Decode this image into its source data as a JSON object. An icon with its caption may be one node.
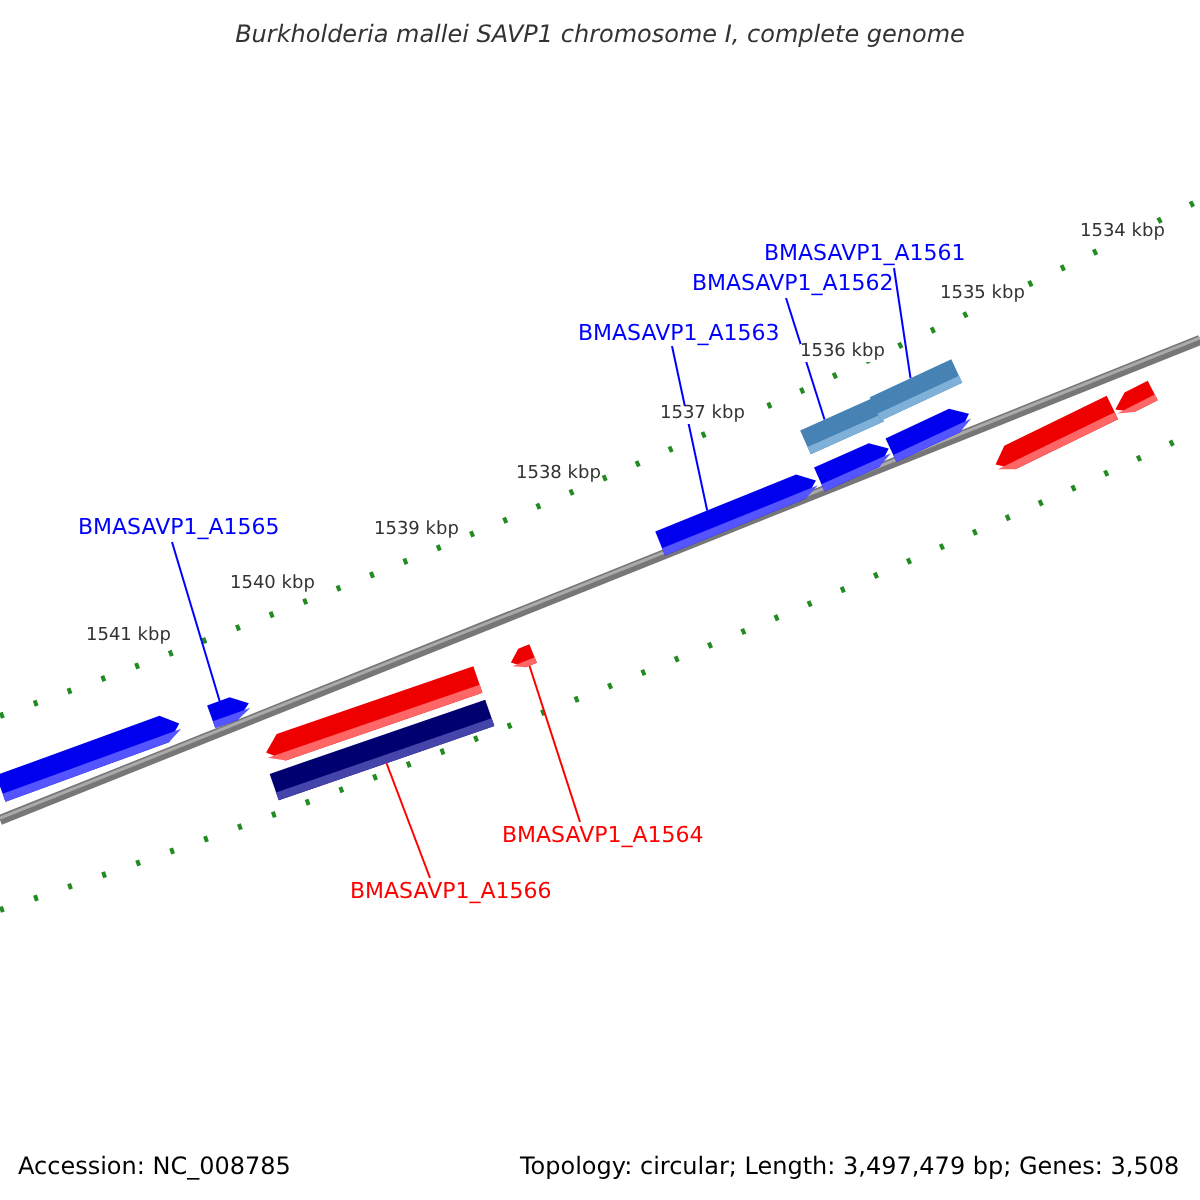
{
  "diagram": {
    "title": "Burkholderia mallei SAVP1 chromosome I, complete genome",
    "nodes": [
      {
        "text": [
          "BMASAVP1_A1561"
        ]
      },
      {
        "text": [
          "BMASAVP1_A1562"
        ]
      },
      {
        "text": [
          "BMASAVP1_A1563"
        ]
      },
      {
        "text": [
          "BMASAVP1_A1565"
        ]
      },
      {
        "text": [
          "BMASAVP1_A1564"
        ]
      },
      {
        "text": [
          "BMASAVP1_A1566"
        ]
      },
      {
        "text": [],
        "shape": "arrow"
      },
      {
        "text": [],
        "shape": "arrow"
      },
      {
        "text": [],
        "shape": "arrow"
      },
      {
        "text": [],
        "shape": "bar"
      },
      {
        "text": [],
        "shape": "arrow"
      },
      {
        "text": [],
        "shape": "arrow"
      },
      {
        "text": [],
        "shape": "bar"
      },
      {
        "text": [],
        "shape": "arrow"
      },
      {
        "text": [],
        "shape": "bar"
      },
      {
        "text": [],
        "shape": "arrow"
      },
      {
        "text": [],
        "shape": "arrow"
      },
      {
        "text": [],
        "shape": "arrow"
      }
    ],
    "edges": [
      {
        "from": 0,
        "to": 14,
        "arrow": "none"
      },
      {
        "from": 1,
        "to": 12,
        "arrow": "none"
      },
      {
        "from": 2,
        "to": 11,
        "arrow": "none"
      },
      {
        "from": 3,
        "to": 7,
        "arrow": "none"
      },
      {
        "from": 4,
        "to": 10,
        "arrow": "none",
        "color": "#ff0000"
      },
      {
        "from": 5,
        "to": 9,
        "arrow": "none",
        "color": "#ff0000"
      }
    ],
    "labels": [
      "1534 kbp",
      "1535 kbp",
      "1536 kbp",
      "1537 kbp",
      "1538 kbp",
      "1539 kbp",
      "1540 kbp",
      "1541 kbp",
      "Accession: NC_008785",
      "Topology: circular; Length: 3,497,479 bp; Genes: 3,508"
    ]
  }
}
